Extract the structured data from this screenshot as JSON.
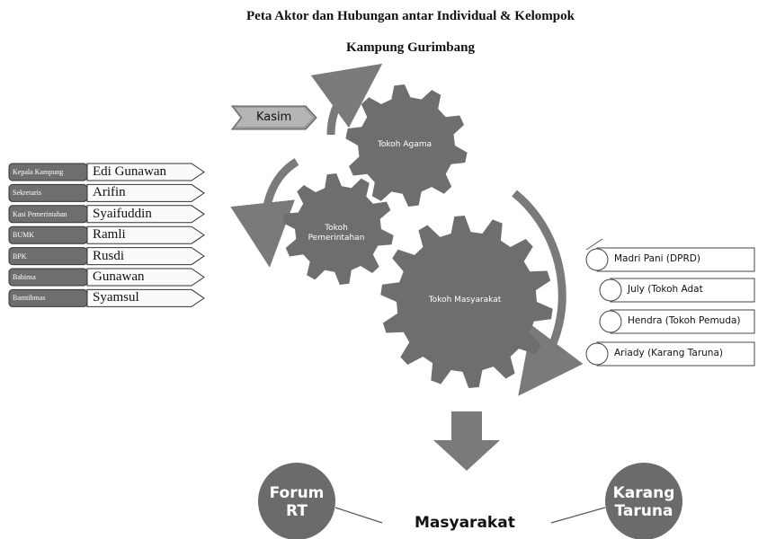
{
  "title": {
    "line1": "Peta Aktor dan Hubungan antar Individual & Kelompok",
    "line2": "Kampung Gurimbang"
  },
  "kasim": "Kasim",
  "gears": {
    "agama": "Tokoh Agama",
    "pemerintahan": "Tokoh Pemerintahan",
    "masyarakat": "Tokoh Masyarakat"
  },
  "left_list": [
    {
      "key": "Kepala Kampung",
      "value": "Edi Gunawan"
    },
    {
      "key": "Sekretaris",
      "value": "Arifin"
    },
    {
      "key": "Kasi Pemerintahan",
      "value": "Syaifuddin"
    },
    {
      "key": "BUMK",
      "value": "Ramli"
    },
    {
      "key": "BPK",
      "value": "Rusdi"
    },
    {
      "key": "Babinsa",
      "value": "Gunawan"
    },
    {
      "key": "Bamtibmas",
      "value": "Syamsul"
    }
  ],
  "right_list": [
    "Madri Pani (DPRD)",
    "July (Tokoh Adat",
    "Hendra (Tokoh Pemuda)",
    "Ariady (Karang Taruna)"
  ],
  "bottom": {
    "forum_rt": "Forum RT",
    "karang_taruna": "Karang Taruna",
    "masyarakat": "Masyarakat"
  },
  "colors": {
    "gear": "#6e6e6e",
    "arrow": "#7a7a7a",
    "circle": "#6b6b6b"
  }
}
